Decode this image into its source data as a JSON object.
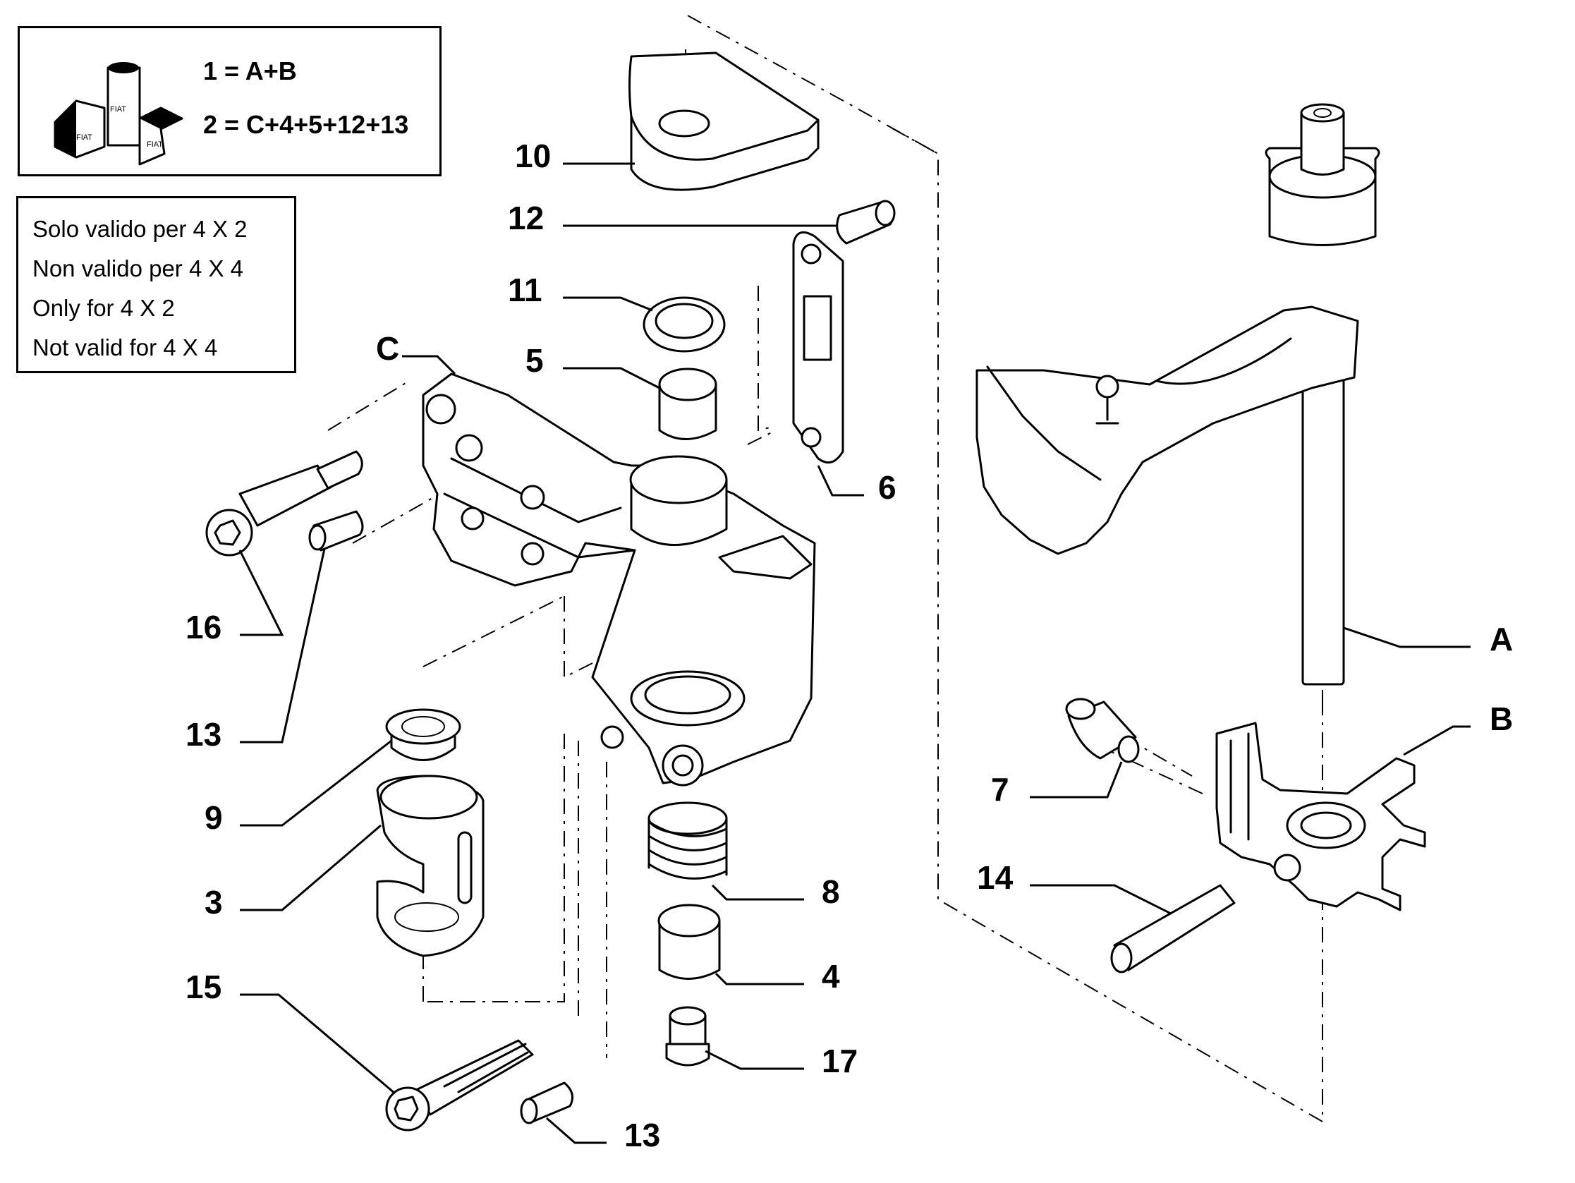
{
  "legend": {
    "entries": [
      "1 = A+B",
      "2 = C+4+5+12+13"
    ]
  },
  "note": {
    "lines": [
      "Solo valido per 4 X 2",
      "Non valido per 4 X 4",
      "Only for 4 X 2",
      "Not valid for 4 X 4"
    ]
  },
  "callouts": {
    "c10": "10",
    "c12": "12",
    "c11": "11",
    "c5": "5",
    "cC": "C",
    "c6": "6",
    "c16": "16",
    "c13a": "13",
    "c9": "9",
    "c3": "3",
    "c8": "8",
    "c4": "4",
    "c17": "17",
    "c15": "15",
    "c13b": "13",
    "cA": "A",
    "cB": "B",
    "c7": "7",
    "c14": "14"
  }
}
